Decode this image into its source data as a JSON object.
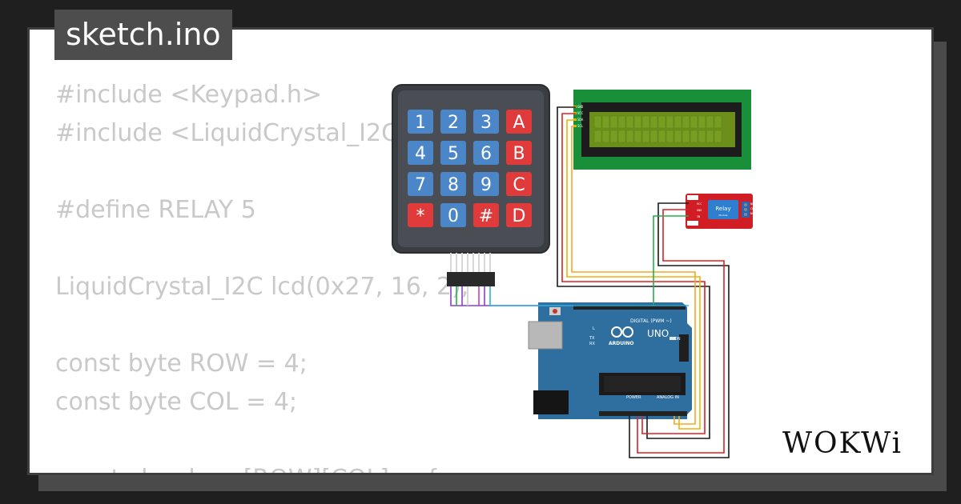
{
  "window": {
    "title": "sketch.ino"
  },
  "code": {
    "lines": [
      "#include <Keypad.h>",
      "#include <LiquidCrystal_I2C.h>",
      "",
      "#define RELAY 5",
      "",
      "LiquidCrystal_I2C lcd(0x27, 16, 2);",
      "",
      "const byte ROW = 4;",
      "const byte COL = 4;",
      "",
      "const char keys[ROW][COL] = {"
    ]
  },
  "keypad": {
    "keys": [
      "1",
      "2",
      "3",
      "A",
      "4",
      "5",
      "6",
      "B",
      "7",
      "8",
      "9",
      "C",
      "*",
      "0",
      "#",
      "D"
    ]
  },
  "lcd": {
    "pins": [
      "GND",
      "VCC",
      "SDA",
      "SCL"
    ]
  },
  "relay": {
    "label": "Relay",
    "sublabel": "Module",
    "pins_left": [
      "VCC",
      "GND",
      "IN"
    ],
    "pins_right": [
      "NO",
      "COM",
      "NC"
    ]
  },
  "arduino": {
    "brand": "ARDUINO",
    "model": "UNO",
    "digital_label": "DIGITAL (PWM ~)",
    "power_label": "POWER",
    "analog_label": "ANALOG IN",
    "on_label": "ON",
    "l_label": "L",
    "tx_label": "TX",
    "rx_label": "RX"
  },
  "logo": {
    "text": "WOKWi"
  },
  "colors": {
    "background": "#1f1f1f",
    "badge": "#4d4d4d",
    "code_text": "#c9c9c9",
    "board_blue": "#2f6f9f",
    "lcd_green": "#1a8f3a",
    "relay_red": "#d01e24",
    "key_blue": "#4a86c8",
    "key_red": "#e03a3a"
  }
}
